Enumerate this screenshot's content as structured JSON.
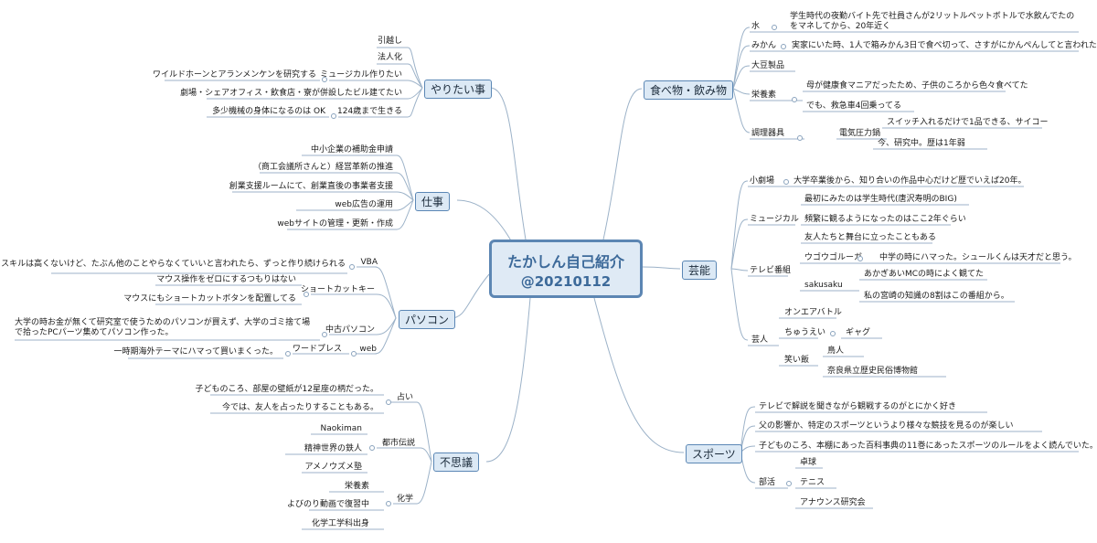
{
  "center": {
    "title": "たかしん自己紹介",
    "subtitle": "@20210112"
  },
  "branches": {
    "yaritai": {
      "title": "やりたい事",
      "items": [
        "引越し",
        "法人化",
        "ミュージカル作りたい",
        "劇場・シェアオフィス・飲食店・寮が併設したビル建てたい",
        "124歳まで生きる"
      ],
      "sub_musical": "ワイルドホーンとアランメンケンを研究する",
      "sub_124": "多少機械の身体になるのは OK"
    },
    "shigoto": {
      "title": "仕事",
      "items": [
        "中小企業の補助金申請",
        "（商工会議所さんと）経営革新の推進",
        "創業支援ルームにて、創業直後の事業者支援",
        "web広告の運用",
        "webサイトの管理・更新・作成"
      ]
    },
    "pasokon": {
      "title": "パソコン",
      "vba": "VBA",
      "vba_note": "スキルは高くないけど、たぶん他のことやらなくていいと言われたら、ずっと作り続けられる",
      "shortcut": "ショートカットキー",
      "shortcut_items": [
        "マウス操作をゼロにするつもりはない",
        "マウスにもショートカットボタンを配置してる"
      ],
      "used": "中古パソコン",
      "used_note": "大学の時お金が無くて研究室で使うためのパソコンが買えず、大学のゴミ捨て場で拾ったPCパーツ集めてパソコン作った。",
      "web": "web",
      "wordpress": "ワードプレス",
      "wordpress_note": "一時期海外テーマにハマって買いまくった。"
    },
    "fushigi": {
      "title": "不思議",
      "uranai": "占い",
      "uranai_items": [
        "子どものころ、部屋の壁紙が12星座の柄だった。",
        "今では、友人を占ったりすることもある。"
      ],
      "toshi": "都市伝説",
      "toshi_items": [
        "Naokiman",
        "精神世界の鉄人",
        "アメノウズメ塾"
      ],
      "kagaku": "化学",
      "kagaku_items": [
        "栄養素",
        "よびのり動画で復習中",
        "化学工学科出身"
      ]
    },
    "tabemono": {
      "title": "食べ物・飲み物",
      "mizu": "水",
      "mizu_note": "学生時代の夜勤バイト先で社員さんが2リットルペットボトルで水飲んでたのをマネしてから、20年近く",
      "mikan": "みかん",
      "mikan_note": "実家にいた時、1人で箱みかん3日で食べ切って、さすがにかんぺんしてと言われた",
      "daizu": "大豆製品",
      "eiyou": "栄養素",
      "eiyou_items": [
        "母が健康食マニアだったため、子供のころから色々食べてた",
        "でも、救急車4回乗ってる"
      ],
      "chouri": "調理器具",
      "denki": "電気圧力鍋",
      "denki_items": [
        "スイッチ入れるだけで1品できる、サイコー",
        "今、研究中。歴は1年弱"
      ]
    },
    "geinou": {
      "title": "芸能",
      "shougekijou": "小劇場",
      "shougekijou_note": "大学卒業後から、知り合いの作品中心だけど歴でいえば20年。",
      "musical": "ミュージカル",
      "musical_items": [
        "最初にみたのは学生時代(唐沢寿明のBIG)",
        "頻繁に観るようになったのはここ2年ぐらい",
        "友人たちと舞台に立ったこともある"
      ],
      "tv": "テレビ番組",
      "ugo": "ウゴウゴルーガ",
      "ugo_note": "中学の時にハマった。シュールくんは天才だと思う。",
      "sakusaku": "sakusaku",
      "sakusaku_items": [
        "あかぎあいMCの時によく観てた",
        "私の宮崎の知識の8割はこの番組から。"
      ],
      "geinin": "芸人",
      "onair": "オンエアバトル",
      "chuei": "ちゅうえい",
      "gyagu": "ギャグ",
      "waraimeshi": "笑い飯",
      "waraimeshi_items": [
        "鳥人",
        "奈良県立歴史民俗博物館"
      ]
    },
    "sports": {
      "title": "スポーツ",
      "items": [
        "テレビで解説を聞きながら観戦するのがとにかく好き",
        "父の影響か、特定のスポーツというより様々な競技を見るのが楽しい",
        "子どものころ、本棚にあった百科事典の11巻にあったスポーツのルールをよく読んでいた。"
      ],
      "bukatsu": "部活",
      "bukatsu_items": [
        "卓球",
        "テニス",
        "アナウンス研究会"
      ]
    }
  }
}
